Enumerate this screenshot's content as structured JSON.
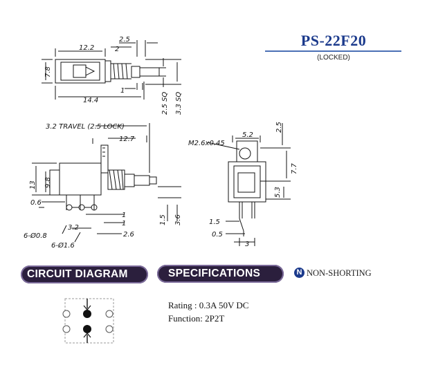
{
  "header": {
    "title": "PS-22F20",
    "subtitle": "(LOCKED)"
  },
  "sections": {
    "circuit_label": "CIRCUIT DIAGRAM",
    "specs_label": "SPECIFICATIONS",
    "non_shorting_label": "NON-SHORTING",
    "non_shorting_glyph": "N"
  },
  "specifications": {
    "rating": "Rating : 0.3A 50V DC",
    "function": "Function: 2P2T"
  },
  "drawing": {
    "top_view": {
      "dim_12_2": "12.2",
      "dim_2_5": "2.5",
      "dim_2": "2",
      "dim_7_8": "7.8",
      "dim_1": "1",
      "dim_14_4": "14.4",
      "dim_2_5_sq": "2.5 SQ",
      "dim_3_3_sq": "3.3 SQ"
    },
    "side_view": {
      "travel": "3.2 TRAVEL (2.5 LOCK)",
      "dim_12_7": "12.7",
      "dim_13": "13",
      "dim_9_8": "9.8",
      "dim_0_6": "0.6",
      "dim_1a": "1",
      "dim_1b": "1",
      "dim_3_2": "3.2",
      "dim_2_6": "2.6",
      "dim_1_5": "1.5",
      "dim_3_6": "3.6",
      "hole_small": "6-Ø0.8",
      "hole_large": "6-Ø1.6"
    },
    "front_view": {
      "dim_5_2": "5.2",
      "dim_2_5": "2.5",
      "thread": "M2.6x0.45",
      "dim_7_7": "7.7",
      "dim_5_3": "5.3",
      "dim_1_5": "1.5",
      "dim_0_5": "0.5",
      "dim_3": "3"
    }
  },
  "colors": {
    "title": "#1b3a8c",
    "pill_bg": "#2b1f3d",
    "rule": "#4a6fb5"
  }
}
